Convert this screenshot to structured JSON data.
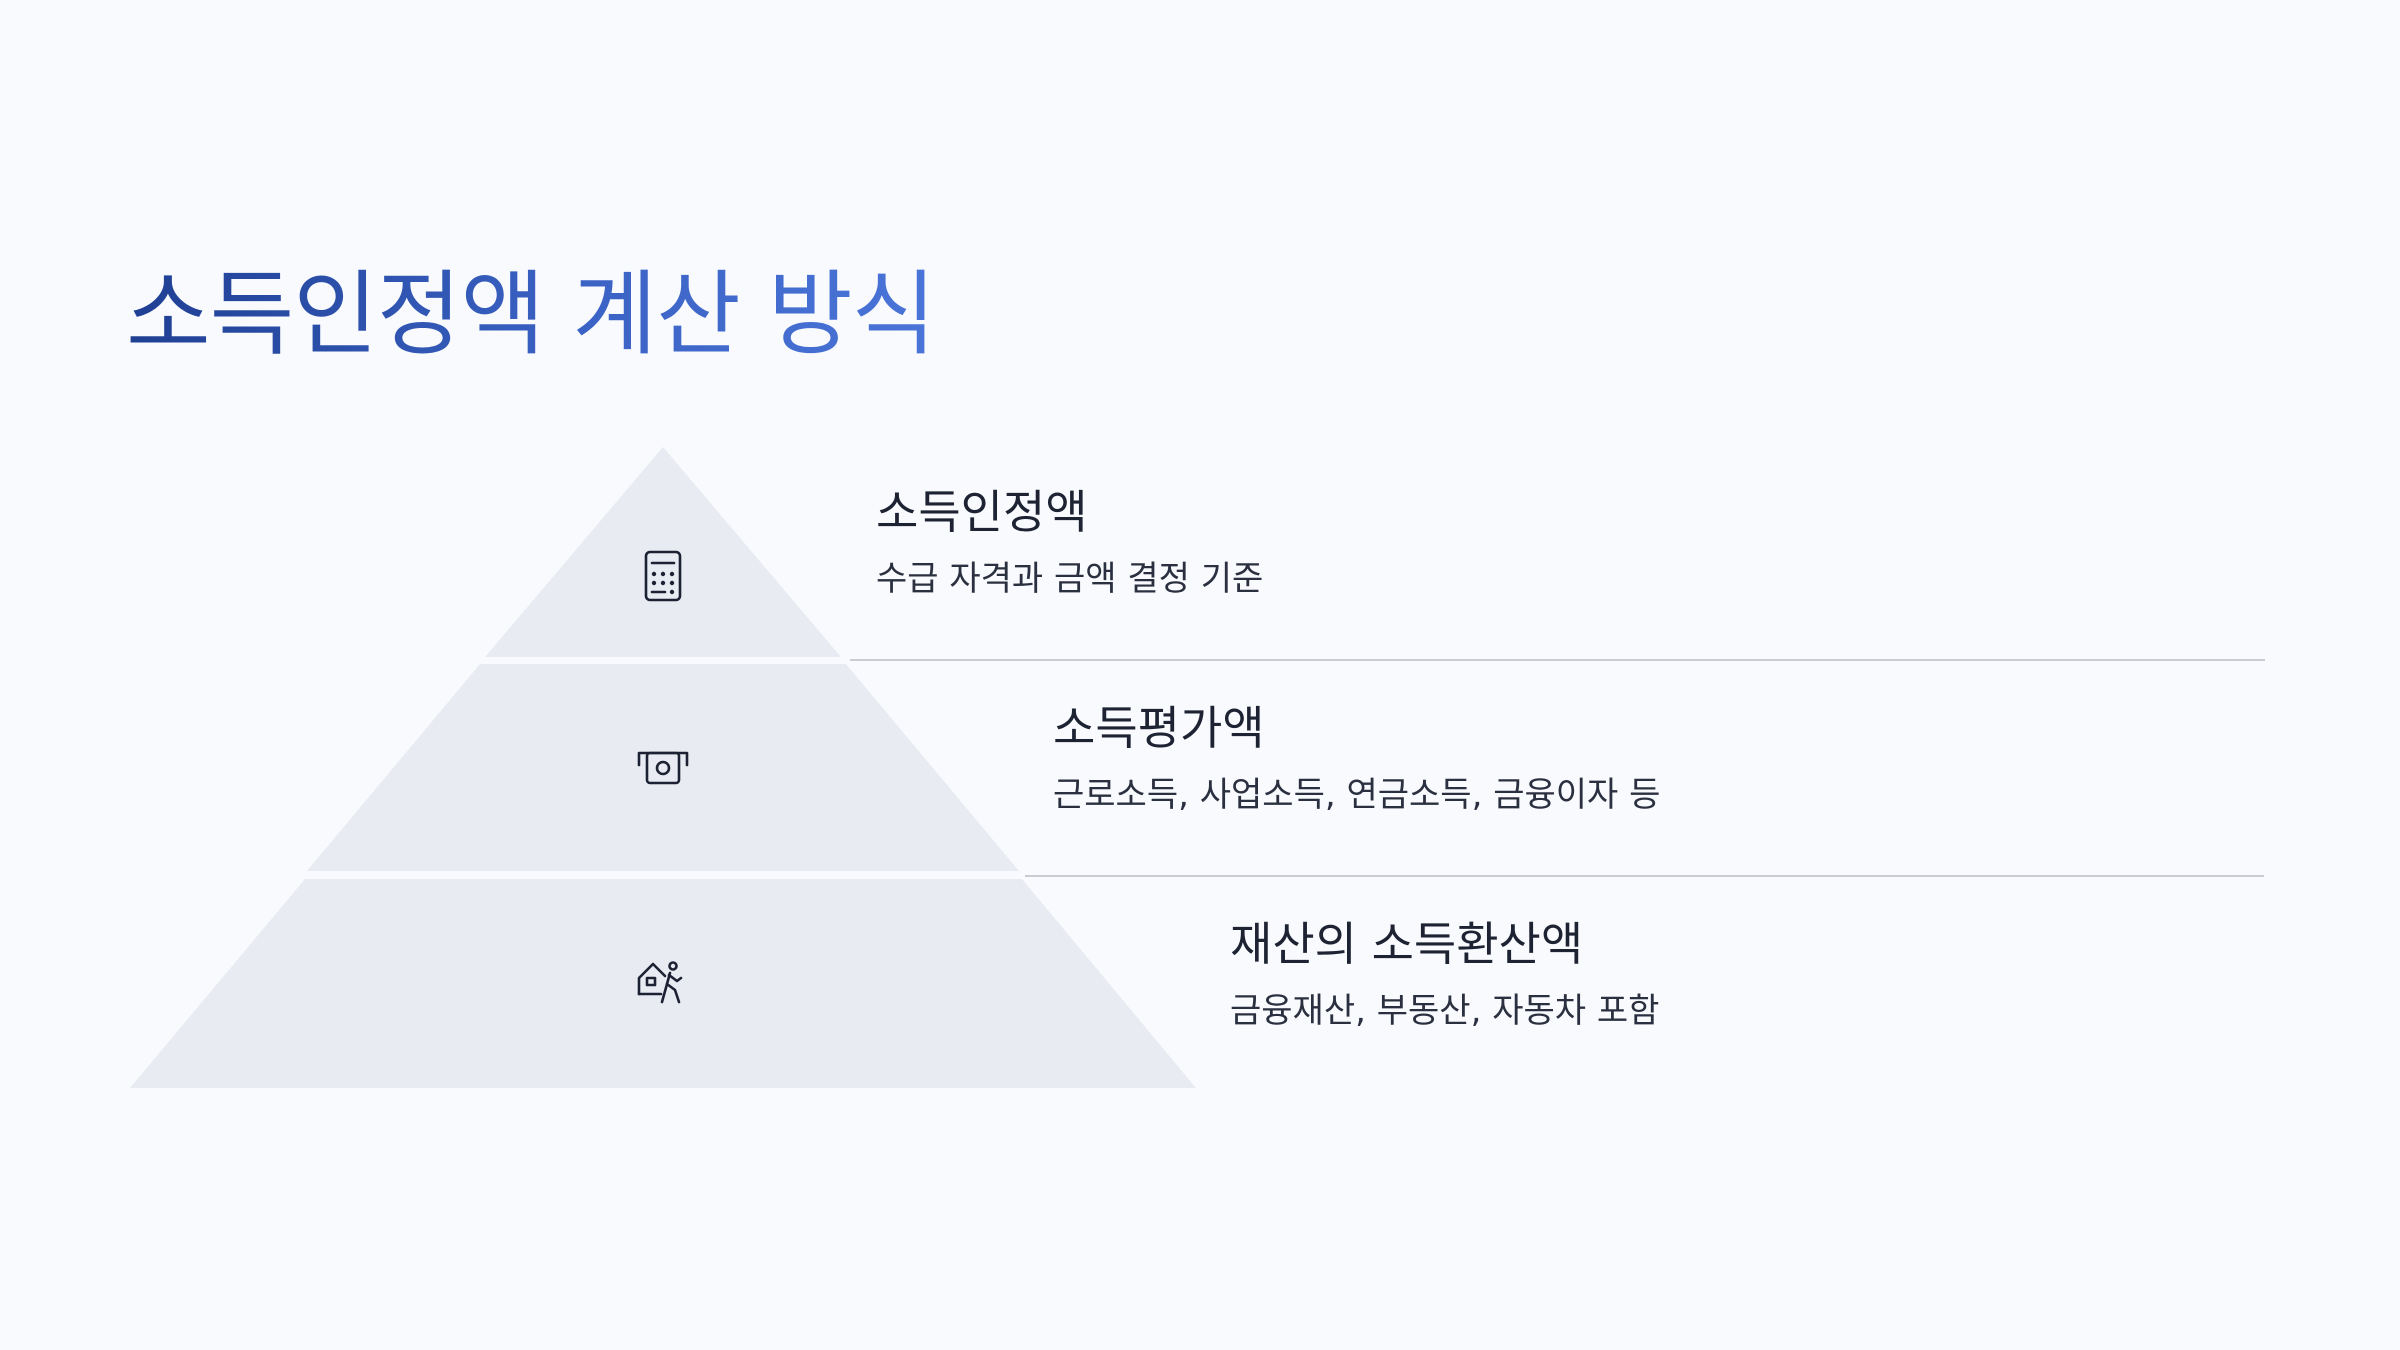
{
  "page": {
    "title": "소득인정액 계산 방식"
  },
  "tiers": [
    {
      "heading": "소득인정액",
      "description": "수급 자격과 금액 결정 기준",
      "icon": "calculator-icon"
    },
    {
      "heading": "소득평가액",
      "description": "근로소득, 사업소득, 연금소득, 금융이자 등",
      "icon": "cash-register-icon"
    },
    {
      "heading": "재산의 소득환산액",
      "description": "금융재산, 부동산, 자동차 포함",
      "icon": "house-person-icon"
    }
  ],
  "colors": {
    "background": "#f9fafd",
    "title_gradient_start": "#1f3f93",
    "title_gradient_end": "#4a74d8",
    "tier_fill": "#e8ebf2",
    "divider": "#c9ccd3",
    "text": "#1d2333"
  }
}
